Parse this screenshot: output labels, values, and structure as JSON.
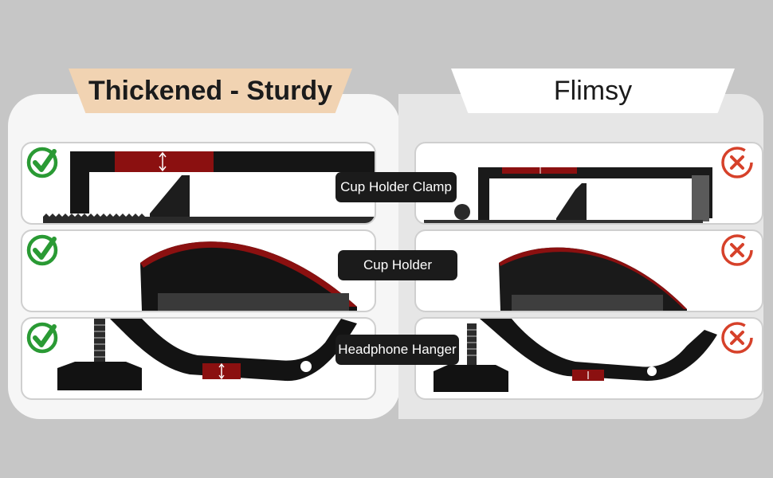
{
  "headers": {
    "left": "Thickened - Sturdy",
    "right": "Flimsy"
  },
  "rows": [
    {
      "label": "Cup Holder Clamp",
      "left_status": "check",
      "right_status": "cross"
    },
    {
      "label": "Cup Holder",
      "left_status": "check",
      "right_status": "cross"
    },
    {
      "label": "Headphone Hanger",
      "left_status": "check",
      "right_status": "cross"
    }
  ],
  "colors": {
    "background": "#c6c6c6",
    "check": "#2a9a34",
    "cross": "#d6412a",
    "highlight": "#8b1010",
    "label_bg": "#1b1b1b",
    "header_left_bg": "#f1d3b2"
  },
  "icons": {
    "good": "check-circle-icon",
    "bad": "x-circle-icon"
  }
}
